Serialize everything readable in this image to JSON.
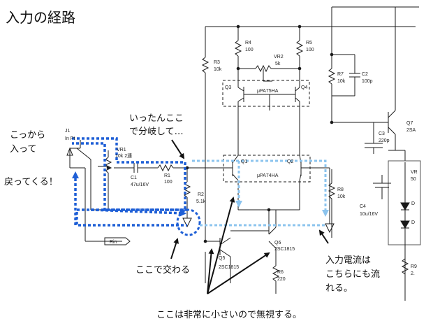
{
  "title": "入力の経路",
  "components": {
    "J1": {
      "ref": "J1",
      "value": "In Pt"
    },
    "VR1": {
      "ref": "VR1",
      "value": "10k 2連"
    },
    "C1": {
      "ref": "C1",
      "value": "47u/16V"
    },
    "R1": {
      "ref": "R1",
      "value": "100"
    },
    "R2": {
      "ref": "R2",
      "value": "5.1k"
    },
    "R3": {
      "ref": "R3",
      "value": "10k"
    },
    "R4": {
      "ref": "R4",
      "value": "100"
    },
    "R5": {
      "ref": "R5",
      "value": "100"
    },
    "VR2": {
      "ref": "VR2",
      "value": "5k"
    },
    "Q3": {
      "ref": "Q3"
    },
    "Q4": {
      "ref": "Q4"
    },
    "Q34": {
      "value": "μPA75HA"
    },
    "Q1": {
      "ref": "Q1"
    },
    "Q2": {
      "ref": "Q2"
    },
    "Q12": {
      "value": "μPA74HA"
    },
    "R7": {
      "ref": "R7",
      "value": "10k"
    },
    "C2": {
      "ref": "C2",
      "value": "100p"
    },
    "C3": {
      "ref": "C3",
      "value": "220p"
    },
    "Q7": {
      "ref": "Q7",
      "value": "2SA"
    },
    "R8": {
      "ref": "R8",
      "value": "10k"
    },
    "C4": {
      "ref": "C4",
      "value": "10u/16V"
    },
    "Q5": {
      "ref": "Q5",
      "value": "2SC1815"
    },
    "Q6": {
      "ref": "Q6",
      "value": "2SC1815"
    },
    "R6": {
      "ref": "R6",
      "value": "220"
    },
    "VR_right": {
      "ref": "VR",
      "value": "50"
    },
    "D_a": {
      "ref": "D"
    },
    "D_b": {
      "ref": "D"
    },
    "R9": {
      "ref": "R9",
      "value": "2."
    },
    "Rin": {
      "ref": "Rin"
    }
  },
  "annotations": {
    "enter_1": "こっから",
    "enter_2": "入って",
    "return": "戻ってくる！",
    "branch_1": "いったんここ",
    "branch_2": "で分岐して…",
    "cross": "ここで交わる",
    "current_1": "入力電流は",
    "current_2": "こちらにも流",
    "current_3": "れる。",
    "ignore": "ここは非常に小さいので無視する。"
  },
  "colors": {
    "wire": "#1a1a1a",
    "path_dark": "#1e5fd6",
    "path_light": "#8cc4ee",
    "highlight_dark": "#1e5fd6"
  }
}
